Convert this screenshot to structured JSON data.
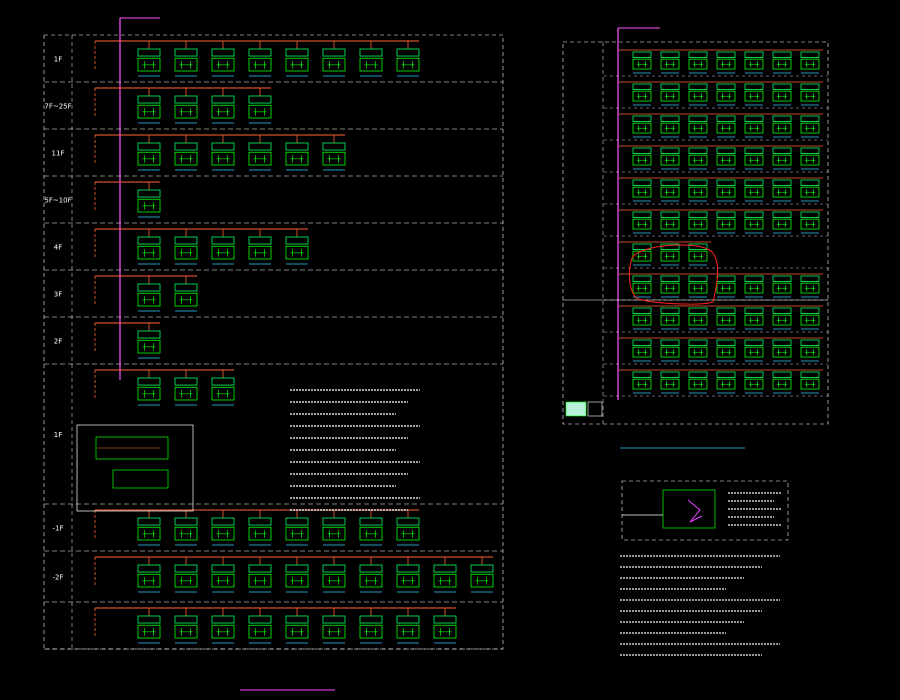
{
  "left_diagram": {
    "floors": [
      {
        "label": "1F",
        "count": 8,
        "row_title": "",
        "tags": [
          "",
          "",
          "",
          "",
          "",
          "",
          "",
          ""
        ]
      },
      {
        "label": "7F~25F",
        "count": 4,
        "row_title": "",
        "tags": [
          "",
          "",
          "",
          ""
        ]
      },
      {
        "label": "11F",
        "count": 6,
        "row_title": "",
        "tags": [
          "",
          "",
          "",
          "",
          "",
          ""
        ]
      },
      {
        "label": "5F~10F",
        "count": 1,
        "row_title": "",
        "tags": [
          ""
        ]
      },
      {
        "label": "4F",
        "count": 5,
        "row_title": "",
        "tags": [
          "",
          "",
          "",
          "",
          ""
        ]
      },
      {
        "label": "3F",
        "count": 2,
        "row_title": "",
        "tags": [
          "",
          ""
        ]
      },
      {
        "label": "2F",
        "count": 1,
        "row_title": "",
        "tags": [
          ""
        ]
      },
      {
        "label": "1F",
        "count": 3,
        "row_title": "",
        "tags": [
          "",
          "",
          ""
        ]
      },
      {
        "label": "-1F",
        "count": 8,
        "row_title": "",
        "tags": [
          "",
          "",
          "",
          "",
          "",
          "",
          "",
          ""
        ]
      },
      {
        "label": "-2F",
        "count": 10,
        "row_title": "",
        "tags": [
          "",
          "",
          "",
          "",
          "",
          "",
          "",
          "",
          "",
          ""
        ]
      },
      {
        "label": "",
        "count": 9,
        "row_title": "",
        "tags": [
          "",
          "",
          "",
          "",
          "",
          "",
          "",
          "",
          ""
        ]
      }
    ],
    "title": "",
    "notes": []
  },
  "right_diagram": {
    "section_labels": [
      "",
      ""
    ],
    "row_counts": [
      7,
      7,
      7,
      7,
      7,
      7,
      3,
      7,
      7,
      7,
      7
    ],
    "title": "",
    "legend_note": []
  },
  "colors": {
    "background": "#000000",
    "box": "#00ff00",
    "label": "#00ff66",
    "frame": "#ffffff",
    "busbar": "#ff55ff",
    "wire": "#ff6633",
    "tag": "#33ccff",
    "highlight": "#ff2222",
    "accent": "#e040fb",
    "title": "#ff44ff"
  }
}
